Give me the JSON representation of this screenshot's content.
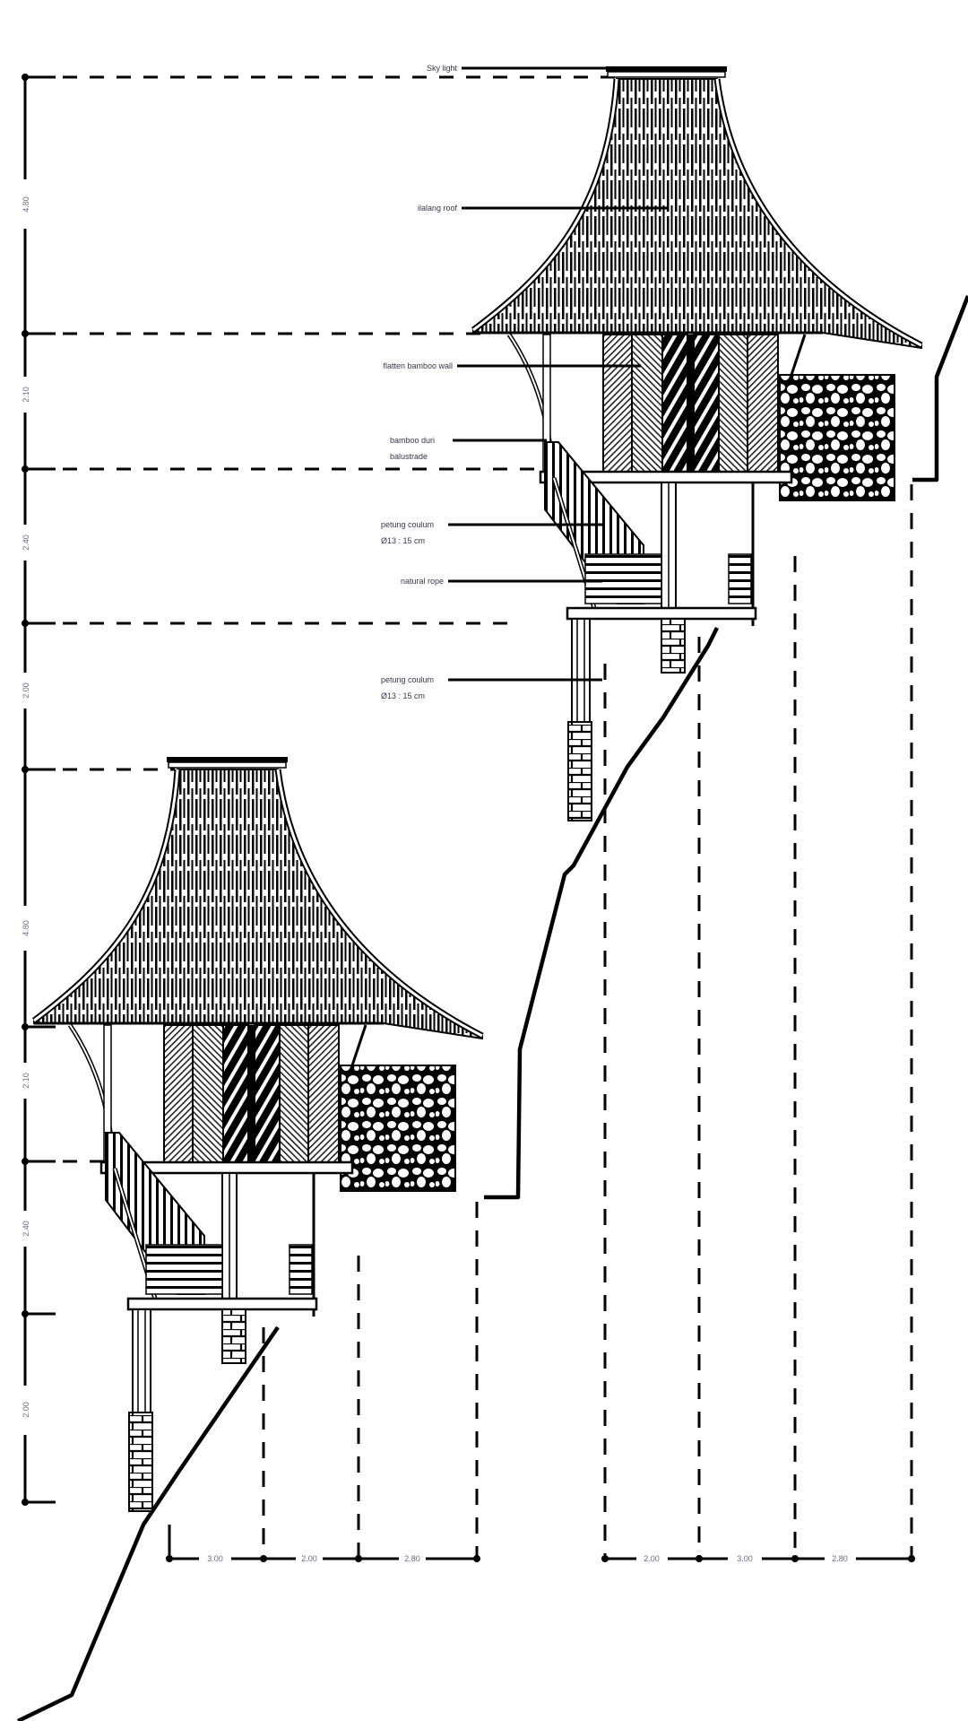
{
  "drawing": {
    "type": "architectural section elevation",
    "subject": "two bamboo stilt houses on a hillside slope",
    "line_color": "#000000",
    "background": "#ffffff",
    "label_color": "#3a3550"
  },
  "annotations": {
    "sky_light": "Sky light",
    "ilalang_roof": "ilalang roof",
    "flatten_bamboo_wall": "flatten bamboo wall",
    "bamboo_duri_line1": "bamboo duri",
    "bamboo_duri_line2": "balustrade",
    "petung_column_upper_line1": "petung coulum",
    "petung_column_upper_line2": "Ø13 : 15 cm",
    "natural_rope": "natural rope",
    "petung_column_lower_line1": "petung coulum",
    "petung_column_lower_line2": "Ø13 : 15 cm"
  },
  "vertical_dimensions": {
    "segments": [
      "4.80",
      "2.10",
      "2.40",
      "2.00",
      "4.80",
      "2.10",
      "2.40",
      "2.00"
    ]
  },
  "horizontal_dimensions": {
    "lower_house": [
      "3.00",
      "2.00",
      "2.80"
    ],
    "upper_house": [
      "2.00",
      "3.00",
      "2.80"
    ]
  }
}
